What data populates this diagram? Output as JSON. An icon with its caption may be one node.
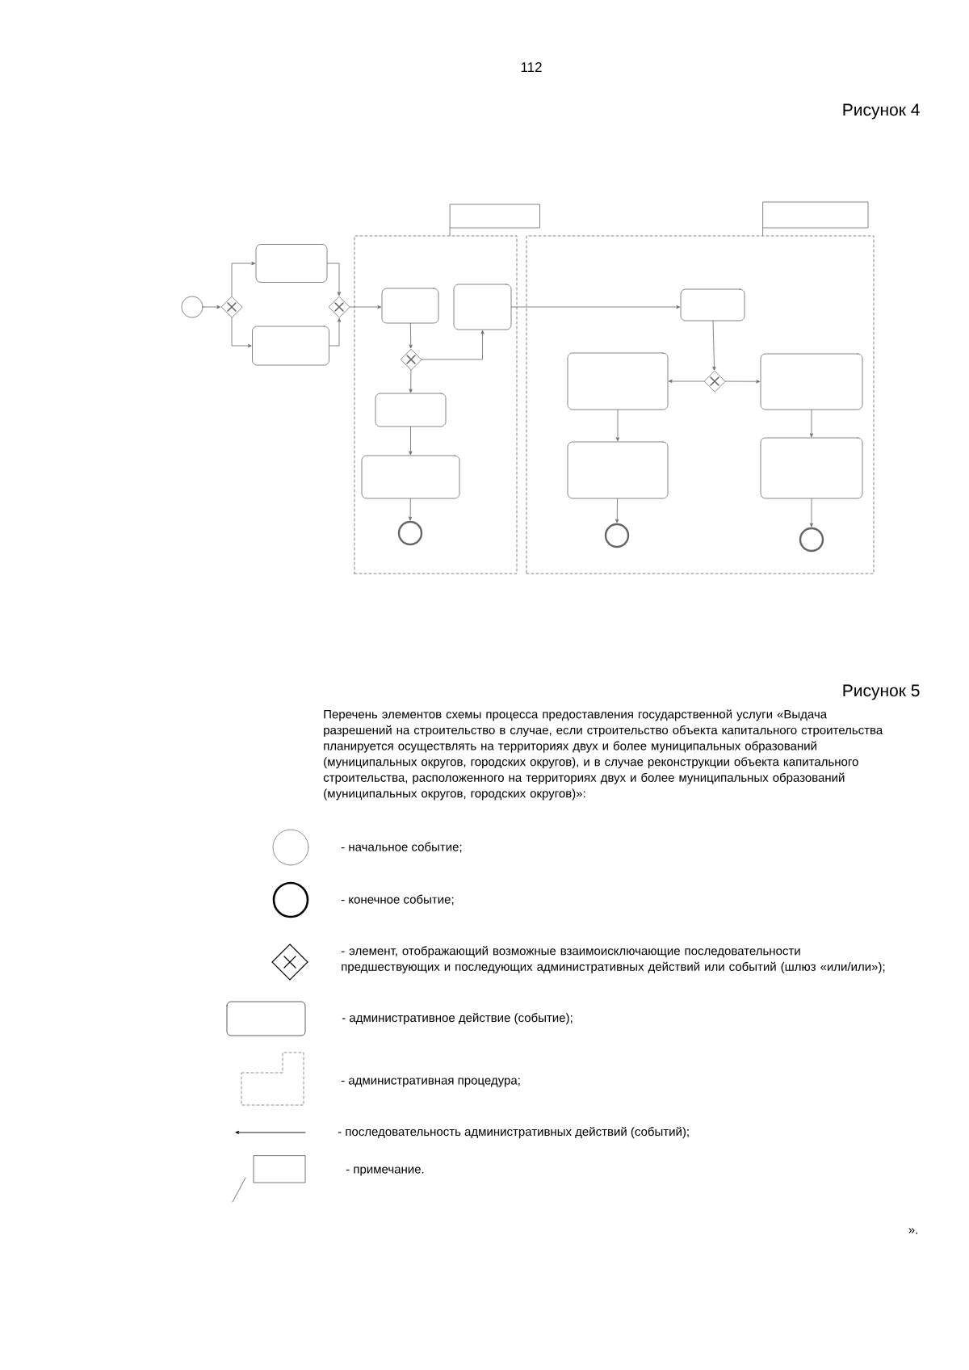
{
  "diagram": {
    "title": "Рисунок 4",
    "nodes": [
      {
        "text": [],
        "shape": "circle"
      },
      {
        "text": [],
        "shape": "diamond"
      },
      {
        "text": [],
        "shape": "box"
      },
      {
        "text": [],
        "shape": "box"
      },
      {
        "text": [],
        "shape": "diamond"
      },
      {
        "text": [],
        "shape": "box"
      },
      {
        "text": [],
        "shape": "box"
      },
      {
        "text": [],
        "shape": "box",
        "in": 6
      },
      {
        "text": [],
        "shape": "box",
        "in": 6
      },
      {
        "text": [],
        "shape": "diamond",
        "in": 6
      },
      {
        "text": [],
        "shape": "box",
        "in": 6
      },
      {
        "text": [],
        "shape": "box",
        "in": 6
      },
      {
        "text": [],
        "shape": "circle",
        "in": 6
      },
      {
        "text": [],
        "shape": "box"
      },
      {
        "text": [],
        "shape": "box"
      },
      {
        "text": [],
        "shape": "box",
        "in": 14
      },
      {
        "text": [],
        "shape": "diamond",
        "in": 14
      },
      {
        "text": [],
        "shape": "box",
        "in": 14
      },
      {
        "text": [],
        "shape": "box",
        "in": 14
      },
      {
        "text": [],
        "shape": "box",
        "in": 14
      },
      {
        "text": [],
        "shape": "box",
        "in": 14
      },
      {
        "text": [],
        "shape": "circle",
        "in": 14
      },
      {
        "text": [],
        "shape": "circle",
        "in": 14
      }
    ],
    "edges": [
      {
        "from": 0,
        "to": 1,
        "arrow": "to"
      },
      {
        "from": 1,
        "to": 2,
        "arrow": "to"
      },
      {
        "from": 1,
        "to": 3,
        "arrow": "to"
      },
      {
        "from": 2,
        "to": 4,
        "arrow": "to"
      },
      {
        "from": 3,
        "to": 4,
        "arrow": "to"
      },
      {
        "from": 4,
        "to": 7,
        "arrow": "to"
      },
      {
        "from": 7,
        "to": 9,
        "arrow": "to"
      },
      {
        "from": 9,
        "to": 8,
        "arrow": "to"
      },
      {
        "from": 9,
        "to": 10,
        "arrow": "to"
      },
      {
        "from": 10,
        "to": 11,
        "arrow": "to"
      },
      {
        "from": 11,
        "to": 12,
        "arrow": "to"
      },
      {
        "from": 8,
        "to": 15,
        "arrow": "to"
      },
      {
        "from": 15,
        "to": 16,
        "arrow": "to"
      },
      {
        "from": 16,
        "to": 17,
        "arrow": "to"
      },
      {
        "from": 16,
        "to": 18,
        "arrow": "to"
      },
      {
        "from": 17,
        "to": 19,
        "arrow": "to"
      },
      {
        "from": 18,
        "to": 20,
        "arrow": "to"
      },
      {
        "from": 19,
        "to": 21,
        "arrow": "to"
      },
      {
        "from": 20,
        "to": 22,
        "arrow": "to"
      },
      {
        "from": 5,
        "to": 6,
        "arrow": "none"
      },
      {
        "from": 13,
        "to": 14,
        "arrow": "none"
      }
    ],
    "labels": [
      "112",
      "Рисунок 5",
      "Перечень элементов схемы процесса предоставления государственной услуги «Выдача разрешений на строительство в случае, если строительство объекта капитального строительства планируется осуществлять на территориях двух и более муниципальных образований (муниципальных округов, городских округов), и в случае реконструкции объекта капитального строительства, расположенного на территориях двух и более муниципальных образований (муниципальных округов, городских округов)»:",
      "»."
    ],
    "legend": [
      {
        "text": "- начальное событие;"
      },
      {
        "text": "- конечное событие;"
      },
      {
        "text": "- элемент, отображающий возможные взаимоисключающие последовательности предшествующих и последующих административных действий или событий (шлюз «или/или»);"
      },
      {
        "text": "- административное действие (событие);"
      },
      {
        "text": "- административная процедура;"
      },
      {
        "text": "- последовательность административных действий (событий);"
      },
      {
        "text": "- примечание."
      }
    ]
  }
}
